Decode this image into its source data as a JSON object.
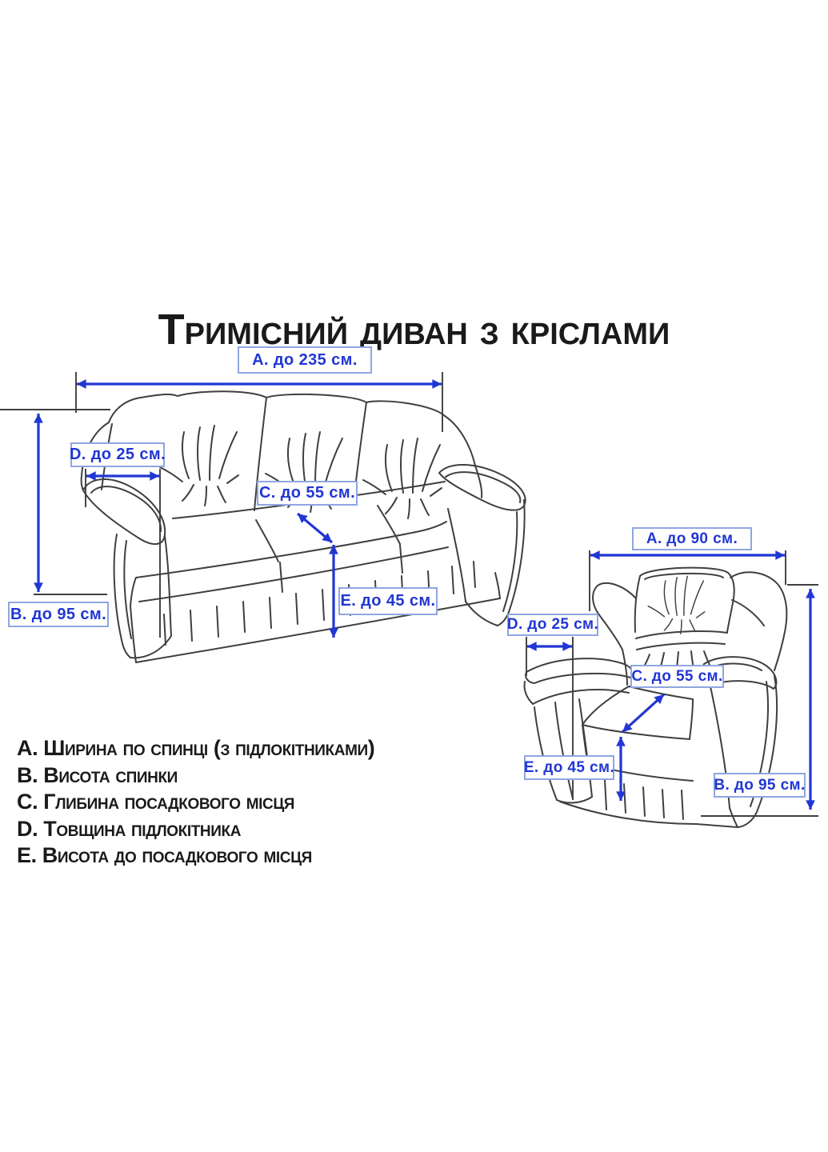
{
  "title": "Тримісний диван з кріслами",
  "colors": {
    "accent_blue": "#2136d4",
    "box_border": "#8fa6e2",
    "line_art": "#3f3f3f",
    "text": "#1a1a1a",
    "background": "#ffffff"
  },
  "sofa": {
    "name": "three-seat-sofa",
    "labels": {
      "a": "A. до 235 см.",
      "b": "B. до 95 см.",
      "c": "C. до 55 см.",
      "d": "D. до 25 см.",
      "e": "E. до 45 см."
    }
  },
  "armchair": {
    "name": "armchair",
    "labels": {
      "a": "A. до 90 см.",
      "b": "B. до 95 см.",
      "c": "C. до 55 см.",
      "d": "D. до 25 см.",
      "e": "E. до 45 см."
    }
  },
  "legend": {
    "items": [
      "A. Ширина по спинці (з підлокітниками)",
      "B. Висота спинки",
      "C. Глибина посадкового місця",
      "D. Товщина підлокітника",
      "E. Висота до посадкового місця"
    ]
  }
}
